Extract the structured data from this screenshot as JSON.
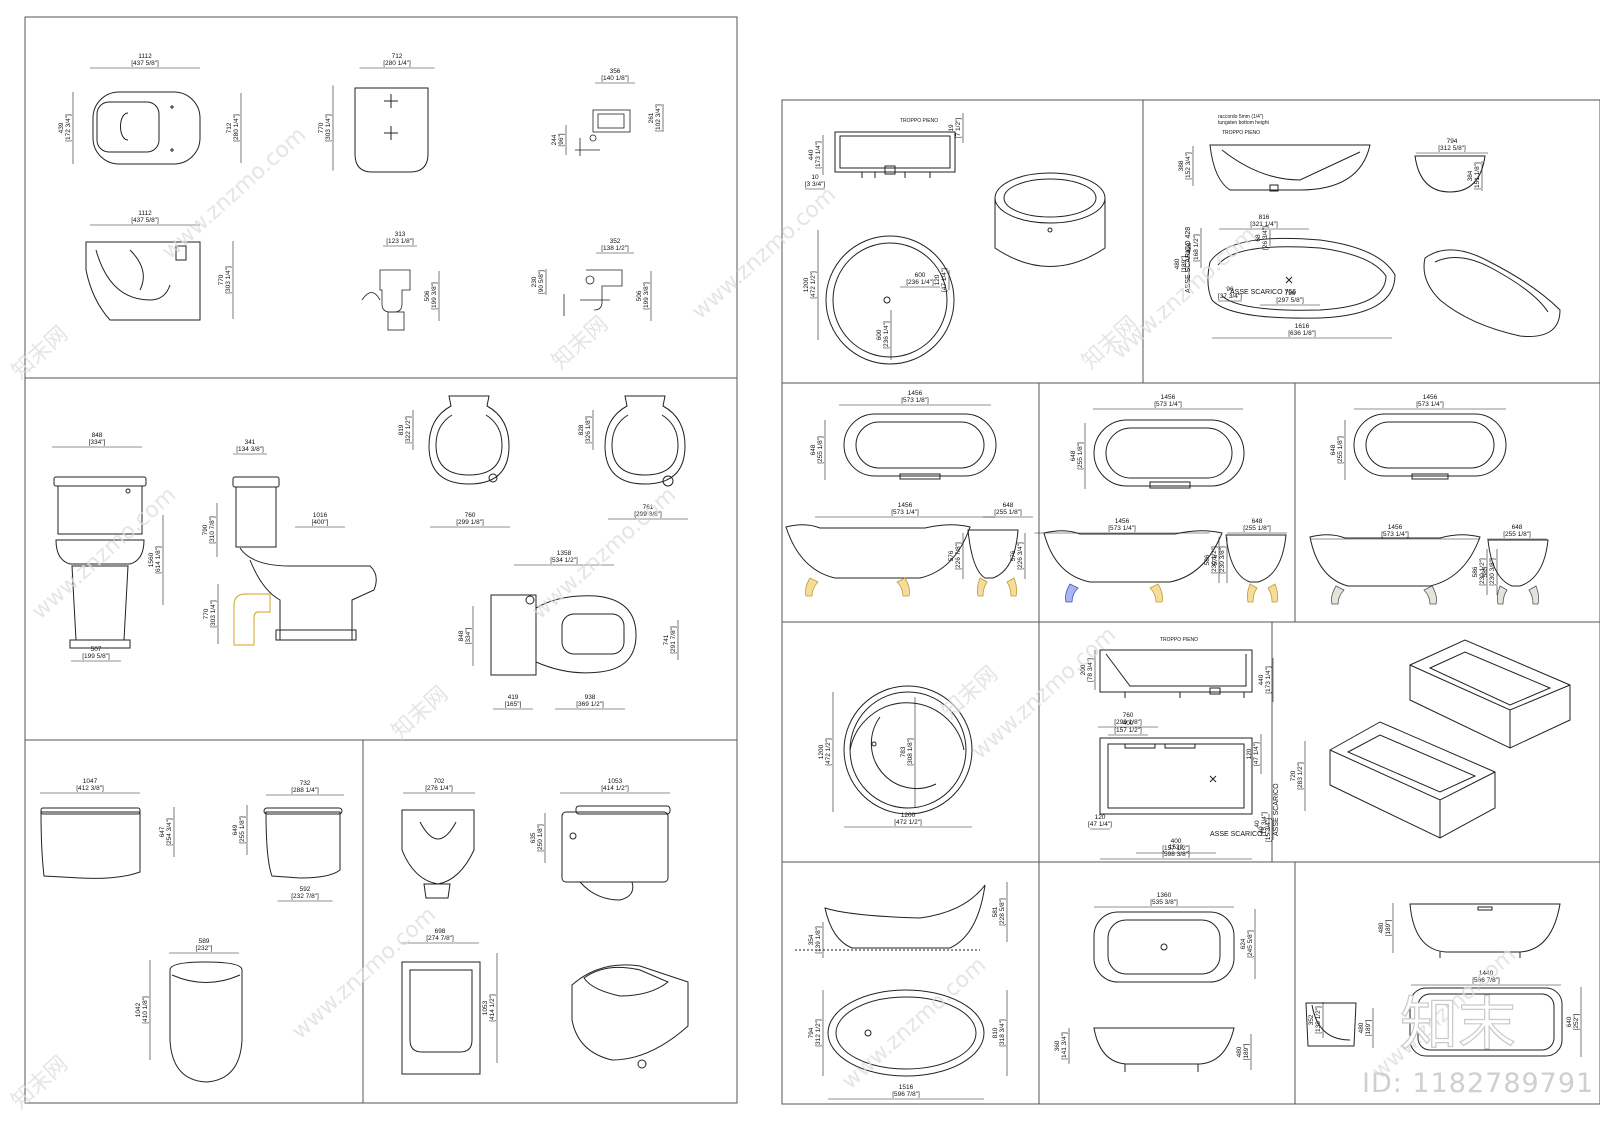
{
  "watermark": {
    "site": "www.znzmo.com",
    "brand": "知末网",
    "logo": "知末",
    "id": "ID: 1182789791"
  },
  "left_sheet": {
    "panel_top": {
      "dims": [
        {
          "v": "1112",
          "i": "[437 5/8\"]"
        },
        {
          "v": "712",
          "i": "[280 1/4\"]"
        },
        {
          "v": "356",
          "i": "[140 1/8\"]"
        },
        {
          "v": "439",
          "i": "[172 3/4\"]"
        },
        {
          "v": "712",
          "i": "[280 1/4\"]"
        },
        {
          "v": "770",
          "i": "[303 1/4\"]"
        },
        {
          "v": "244",
          "i": "[96\"]"
        },
        {
          "v": "261",
          "i": "[102 3/4\"]"
        },
        {
          "v": "1112",
          "i": "[437 5/8\"]"
        },
        {
          "v": "313",
          "i": "[123 1/8\"]"
        },
        {
          "v": "352",
          "i": "[138 1/2\"]"
        },
        {
          "v": "770",
          "i": "[303 1/4\"]"
        },
        {
          "v": "506",
          "i": "[199 3/8\"]"
        },
        {
          "v": "230",
          "i": "[90 5/8\"]"
        },
        {
          "v": "506",
          "i": "[199 3/8\"]"
        }
      ]
    },
    "panel_mid": {
      "dims": [
        {
          "v": "848",
          "i": "[334\"]"
        },
        {
          "v": "341",
          "i": "[134 3/8\"]"
        },
        {
          "v": "819",
          "i": "[322 1/2\"]"
        },
        {
          "v": "828",
          "i": "[326 1/8\"]"
        },
        {
          "v": "790",
          "i": "[310 7/8\"]"
        },
        {
          "v": "1016",
          "i": "[400\"]"
        },
        {
          "v": "1560",
          "i": "[614 1/8\"]"
        },
        {
          "v": "760",
          "i": "[299 1/8\"]"
        },
        {
          "v": "761",
          "i": "[299 3/8\"]"
        },
        {
          "v": "770",
          "i": "[303 1/4\"]"
        },
        {
          "v": "1358",
          "i": "[534 1/2\"]"
        },
        {
          "v": "848",
          "i": "[334\"]"
        },
        {
          "v": "741",
          "i": "[291 7/8\"]"
        },
        {
          "v": "507",
          "i": "[199 5/8\"]"
        },
        {
          "v": "419",
          "i": "[165\"]"
        },
        {
          "v": "938",
          "i": "[369 1/2\"]"
        }
      ]
    },
    "panel_bottom": {
      "dims": [
        {
          "v": "1047",
          "i": "[412 3/8\"]"
        },
        {
          "v": "732",
          "i": "[288 1/4\"]"
        },
        {
          "v": "702",
          "i": "[276 1/4\"]"
        },
        {
          "v": "1053",
          "i": "[414 1/2\"]"
        },
        {
          "v": "647",
          "i": "[254 3/4\"]"
        },
        {
          "v": "649",
          "i": "[255 1/8\"]"
        },
        {
          "v": "635",
          "i": "[250 1/8\"]"
        },
        {
          "v": "592",
          "i": "[232 7/8\"]"
        },
        {
          "v": "589",
          "i": "[232\"]"
        },
        {
          "v": "698",
          "i": "[274 7/8\"]"
        },
        {
          "v": "1042",
          "i": "[410 1/8\"]"
        },
        {
          "v": "1053",
          "i": "[414 1/2\"]"
        }
      ]
    }
  },
  "right_sheet": {
    "row1": {
      "labels": {
        "troppo_pieno": "TROPPO PIENO",
        "asse_scarico": "ASSE SCARICO 428",
        "asse_scarico_756": "ASSE SCARICO 756",
        "note1": "raccordo 5mm (1/4\")",
        "note2": "tungsten bottom height"
      },
      "dims": [
        {
          "v": "440",
          "i": "[173 1/4\"]"
        },
        {
          "v": "19",
          "i": "[7 1/2\"]"
        },
        {
          "v": "10",
          "i": "[3 3/4\"]"
        },
        {
          "v": "1200",
          "i": "[472 1/2\"]"
        },
        {
          "v": "600",
          "i": "[236 1/4\"]"
        },
        {
          "v": "120",
          "i": "[47 1/4\"]"
        },
        {
          "v": "600",
          "i": "[236 1/4\"]"
        },
        {
          "v": "794",
          "i": "[312 5/8\"]"
        },
        {
          "v": "388",
          "i": "[152 3/4\"]"
        },
        {
          "v": "384",
          "i": "[151 1/8\"]"
        },
        {
          "v": "816",
          "i": "[321 1/4\"]"
        },
        {
          "v": "480",
          "i": "[189\"]"
        },
        {
          "v": "68",
          "i": "[26 3/4\"]"
        },
        {
          "v": "96",
          "i": "[37 3/4\"]"
        },
        {
          "v": "1616",
          "i": "[636 1/8\"]"
        },
        {
          "v": "756",
          "i": "[297 5/8\"]"
        },
        {
          "v": "428",
          "i": "[168 1/2\"]"
        }
      ]
    },
    "row2": {
      "dims": [
        {
          "v": "1456",
          "i": "[573 1/8\"]"
        },
        {
          "v": "648",
          "i": "[255 1/8\"]"
        },
        {
          "v": "1456",
          "i": "[573 1/4\"]"
        },
        {
          "v": "648",
          "i": "[255 1/8\"]"
        },
        {
          "v": "576",
          "i": "[226 7/8\"]"
        },
        {
          "v": "576",
          "i": "[226 3/4\"]"
        },
        {
          "v": "1456",
          "i": "[573 1/4\"]"
        },
        {
          "v": "648",
          "i": "[255 1/8\"]"
        },
        {
          "v": "1456",
          "i": "[573 1/4\"]"
        },
        {
          "v": "648",
          "i": "[255 1/8\"]"
        },
        {
          "v": "586",
          "i": "[230 1/2\"]"
        },
        {
          "v": "576",
          "i": "[230 3/8\"]"
        },
        {
          "v": "1456",
          "i": "[573 1/4\"]"
        },
        {
          "v": "648",
          "i": "[255 1/8\"]"
        },
        {
          "v": "1456",
          "i": "[573 1/4\"]"
        },
        {
          "v": "648",
          "i": "[255 1/8\"]"
        },
        {
          "v": "586",
          "i": "[230 1/2\"]"
        },
        {
          "v": "585",
          "i": "[230 3/8\"]"
        }
      ]
    },
    "row3": {
      "labels": {
        "troppo_pieno": "TROPPO PIENO",
        "asse_scarico": "ASSE SCARICO",
        "asse_scarico_b": "ASSE SCARICO"
      },
      "dims": [
        {
          "v": "1200",
          "i": "[472 1/2\"]"
        },
        {
          "v": "783",
          "i": "[308 1/8\"]"
        },
        {
          "v": "1200",
          "i": "[472 1/2\"]"
        },
        {
          "v": "200",
          "i": "[78 3/4\"]"
        },
        {
          "v": "440",
          "i": "[173 1/4\"]"
        },
        {
          "v": "760",
          "i": "[299 1/8\"]"
        },
        {
          "v": "400",
          "i": "[157 1/2\"]"
        },
        {
          "v": "120",
          "i": "[47 1/4\"]"
        },
        {
          "v": "720",
          "i": "[283 1/2\"]"
        },
        {
          "v": "120",
          "i": "[47 1/4\"]"
        },
        {
          "v": "400",
          "i": "[157 1/2\"]"
        },
        {
          "v": "1520",
          "i": "[598 3/8\"]"
        },
        {
          "v": "40",
          "i": "[15 3/4\"]"
        },
        {
          "v": "40",
          "i": "[15 3/4\"]"
        }
      ]
    },
    "row4": {
      "dims": [
        {
          "v": "354",
          "i": "[139 1/8\"]"
        },
        {
          "v": "581",
          "i": "[228 5/8\"]"
        },
        {
          "v": "1360",
          "i": "[535 3/8\"]"
        },
        {
          "v": "624",
          "i": "[245 5/8\"]"
        },
        {
          "v": "480",
          "i": "[189\"]"
        },
        {
          "v": "1440",
          "i": "[566 7/8\"]"
        },
        {
          "v": "794",
          "i": "[312 1/2\"]"
        },
        {
          "v": "810",
          "i": "[318 3/4\"]"
        },
        {
          "v": "1516",
          "i": "[596 7/8\"]"
        },
        {
          "v": "360",
          "i": "[141 3/4\"]"
        },
        {
          "v": "480",
          "i": "[189\"]"
        },
        {
          "v": "352",
          "i": "[138 1/2\"]"
        },
        {
          "v": "480",
          "i": "[189\"]"
        },
        {
          "v": "640",
          "i": "[252\"]"
        }
      ]
    }
  },
  "colors": {
    "line": "#222222",
    "fixture_gold": "#d9b24a",
    "fixture_blue": "#3a56c4",
    "watermark": "#d8d8d8"
  }
}
